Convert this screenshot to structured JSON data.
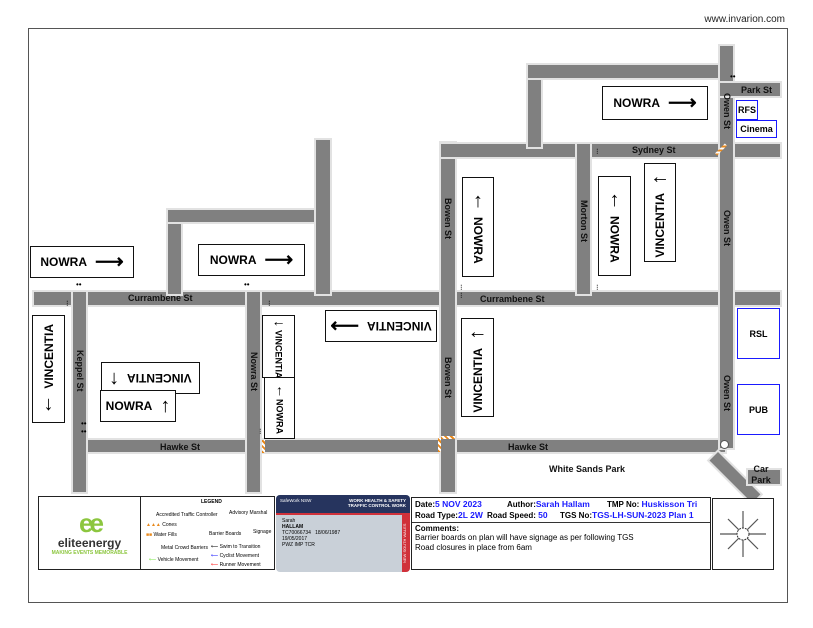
{
  "site_url": "www.invarion.com",
  "streets": {
    "currambene": "Currambene St",
    "hawke": "Hawke St",
    "keppel": "Keppel St",
    "nowra_st": "Nowra St",
    "bowen": "Bowen St",
    "morton": "Morton St",
    "owen": "Owen St",
    "sydney": "Sydney St",
    "park": "Park St"
  },
  "places": {
    "rfs": "RFS",
    "cinema": "Cinema",
    "rsl": "RSL",
    "pub": "PUB",
    "park": "White Sands Park",
    "car_park": "Car Park"
  },
  "signs": {
    "nowra": "NOWRA",
    "vincentia": "VINCENTIA"
  },
  "colors": {
    "road": "#808080",
    "poi_border": "#1a1aff",
    "info_value": "#1a1aff",
    "barrier": "#e8891c"
  },
  "logo": {
    "name": "eliteenergy",
    "tagline": "MAKING EVENTS MEMORABLE",
    "mark_color": "#8cc63f"
  },
  "legend": {
    "title": "LEGEND",
    "items": [
      "Accredited Traffic Controller",
      "Advisory Marshal",
      "Cones",
      "Water Fills",
      "Barrier Boards",
      "Signage",
      "Metal Crowd Barriers",
      "Swim to Transition",
      "Cyclist Movement",
      "Vehicle Movement",
      "Runner Movement"
    ]
  },
  "licence": {
    "agency": "SafeWork NSW",
    "title": "WORK HEALTH & SAFETY TRAFFIC CONTROL WORK",
    "first_name": "Sarah",
    "last_name": "HALLAM",
    "card_no": "TC70066734",
    "dob": "18/06/1987",
    "issue_date": "19/05/2017",
    "types": "PWZ  IMP  TCR",
    "state": "NEW SOUTH WALES"
  },
  "info": {
    "date_label": "Date:",
    "date": "5 NOV 2023",
    "author_label": "Author:",
    "author": "Sarah Hallam",
    "tmp_label": "TMP No:",
    "tmp": "Huskisson Tri",
    "road_type_label": "Road Type:",
    "road_type": "2L 2W",
    "speed_label": "Road Speed:",
    "speed": "50",
    "tgs_label": "TGS No:",
    "tgs": "TGS-LH-SUN-2023 Plan 1",
    "comments_label": "Comments:",
    "comments": [
      "Barrier boards on plan will have signage as per following TGS",
      "Road closures in place from 6am"
    ]
  }
}
